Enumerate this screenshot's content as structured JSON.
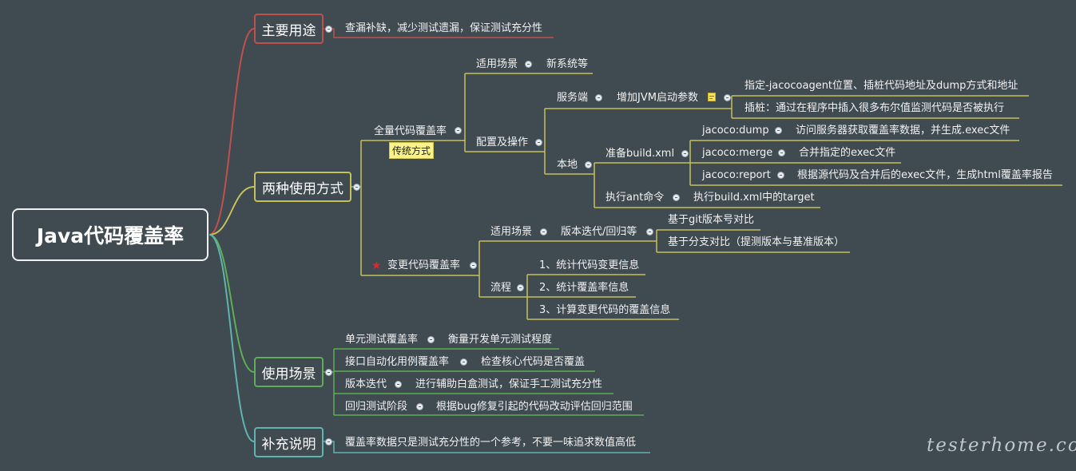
{
  "root": {
    "title": "Java代码覆盖率"
  },
  "usage": {
    "title": "主要用途",
    "desc": "查漏补缺，减少测试遗漏，保证测试充分性"
  },
  "modes": {
    "title": "两种使用方式",
    "full": {
      "title": "全量代码覆盖率",
      "tag": "传统方式",
      "scene_label": "适用场景",
      "scene_value": "新系统等",
      "config_label": "配置及操作",
      "server": {
        "label": "服务端",
        "action": "增加JVM启动参数",
        "items": [
          "指定-jacocoagent位置、插桩代码地址及dump方式和地址",
          "插桩：通过在程序中插入很多布尔值监测代码是否被执行"
        ]
      },
      "local": {
        "label": "本地",
        "build_label": "准备build.xml",
        "targets": [
          {
            "name": "jacoco:dump",
            "desc": "访问服务器获取覆盖率数据，并生成.exec文件"
          },
          {
            "name": "jacoco:merge",
            "desc": "合并指定的exec文件"
          },
          {
            "name": "jacoco:report",
            "desc": "根据源代码及合并后的exec文件，生成html覆盖率报告"
          }
        ],
        "ant_label": "执行ant命令",
        "ant_desc": "执行build.xml中的target"
      }
    },
    "diff": {
      "title": "变更代码覆盖率",
      "scene_label": "适用场景",
      "scene_value": "版本迭代/回归等",
      "compare": [
        "基于git版本号对比",
        "基于分支对比（提测版本与基准版本）"
      ],
      "flow_label": "流程",
      "flow": [
        "1、统计代码变更信息",
        "2、统计覆盖率信息",
        "3、计算变更代码的覆盖信息"
      ]
    }
  },
  "scenes": {
    "title": "使用场景",
    "items": [
      {
        "name": "单元测试覆盖率",
        "desc": "衡量开发单元测试程度"
      },
      {
        "name": "接口自动化用例覆盖率",
        "desc": "检查核心代码是否覆盖"
      },
      {
        "name": "版本迭代",
        "desc": "进行辅助白盒测试，保证手工测试充分性"
      },
      {
        "name": "回归测试阶段",
        "desc": "根据bug修复引起的代码改动评估回归范围"
      }
    ]
  },
  "notes": {
    "title": "补充说明",
    "desc": "覆盖率数据只是测试充分性的一个参考，不要一味追求数值高低"
  },
  "watermark": "testerhome.com",
  "colors": {
    "background": "#3f4a51",
    "usage": "#c0504d",
    "modes": "#c6c05a",
    "scenes": "#5fad56",
    "notes": "#5fb3b0",
    "tag": "#fbf28a",
    "star": "#e0282a"
  }
}
